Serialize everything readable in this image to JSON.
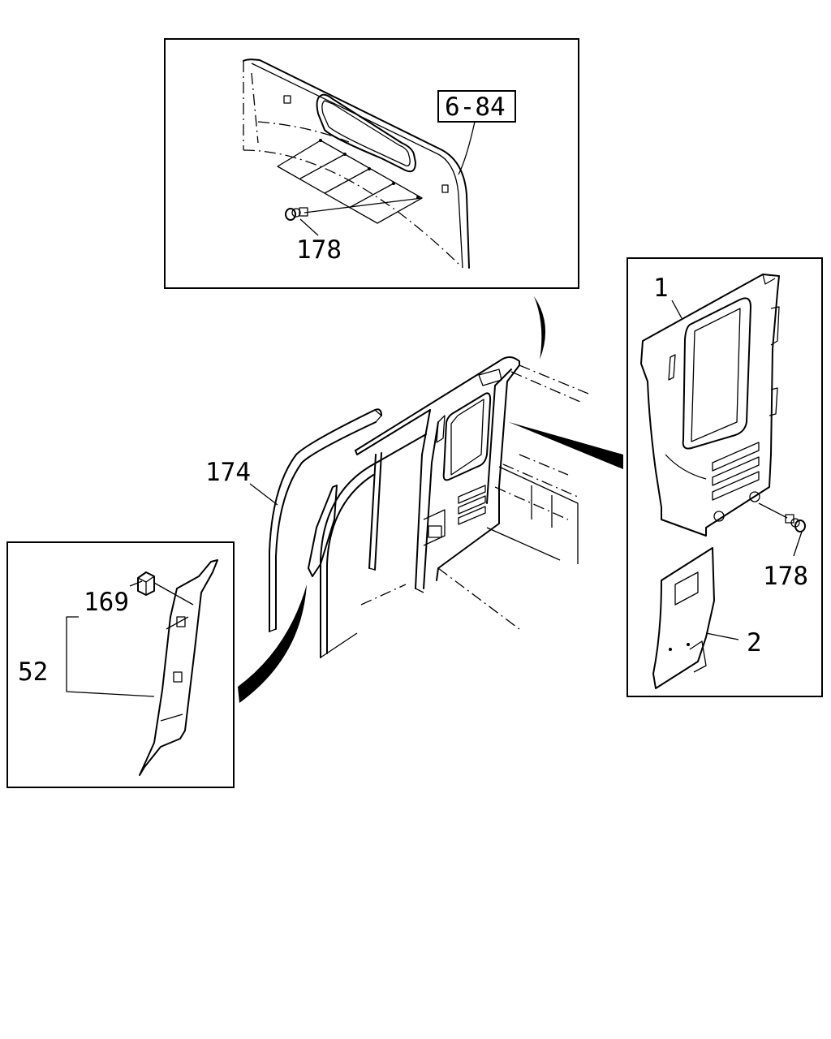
{
  "labels": {
    "ref_box": "6-84",
    "top_clip": "178",
    "right_clip": "178",
    "panel_upper": "1",
    "panel_lower": "2",
    "weatherstrip": "174",
    "clip_169": "169",
    "pillar_52": "52"
  }
}
